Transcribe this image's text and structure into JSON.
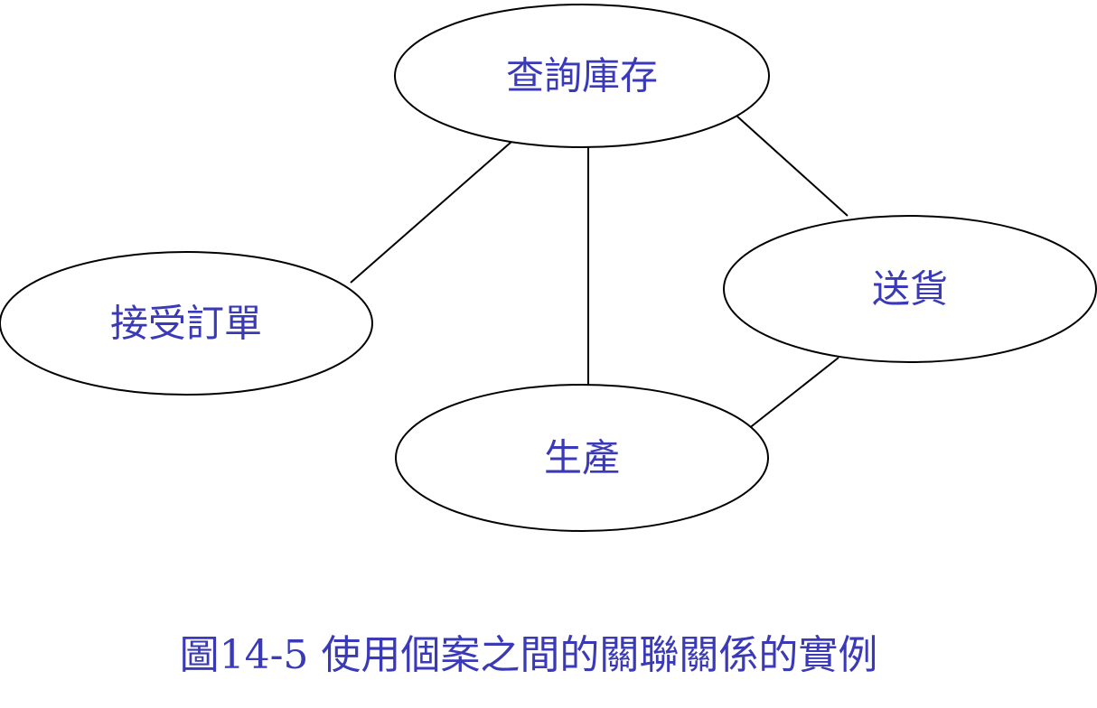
{
  "diagram": {
    "use_cases": {
      "inventory": "查詢庫存",
      "order": "接受訂單",
      "shipping": "送貨",
      "production": "生產"
    },
    "associations": [
      [
        "inventory",
        "order"
      ],
      [
        "inventory",
        "production"
      ],
      [
        "inventory",
        "shipping"
      ],
      [
        "shipping",
        "production"
      ]
    ]
  },
  "caption": "圖14-5 使用個案之間的關聯關係的實例",
  "colors": {
    "label_text": "#3a3ab8",
    "caption_text": "#3a3ab8",
    "outline": "#000000",
    "background": "#ffffff"
  }
}
